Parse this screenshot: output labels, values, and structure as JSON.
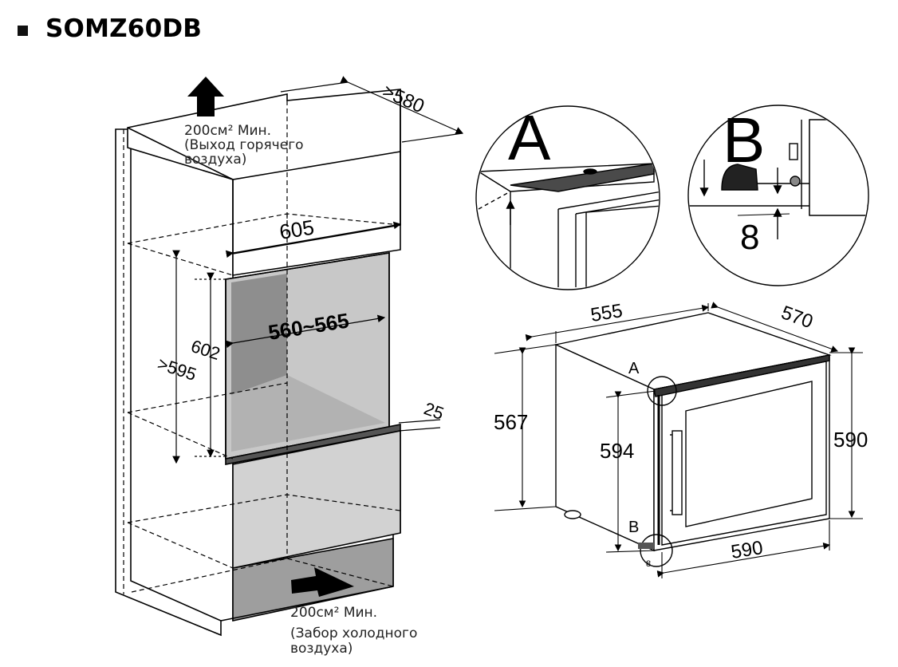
{
  "header": {
    "model": "SOMZ60DB"
  },
  "cabinet": {
    "outlet_area": "200см² Мин.",
    "outlet_desc_1": "(Выход горячего",
    "outlet_desc_2": "воздуха)",
    "inlet_area": "200см² Мин.",
    "inlet_desc_1": "(Забор холодного",
    "inlet_desc_2": "воздуха)",
    "dims": {
      "depth_top": ">580",
      "width_top": "605",
      "niche_width": "560~565",
      "niche_height_inner": "602",
      "niche_height_outer": ">595",
      "gap": "25"
    }
  },
  "details": {
    "detail_a_label": "A",
    "detail_b_label": "B",
    "detail_b_dim": "8"
  },
  "appliance": {
    "dims": {
      "width": "555",
      "depth": "570",
      "height_body": "567",
      "height_front": "594",
      "height_total": "590",
      "front_width": "590"
    },
    "marker_a": "A",
    "marker_b": "B",
    "marker_b_small": "8"
  }
}
